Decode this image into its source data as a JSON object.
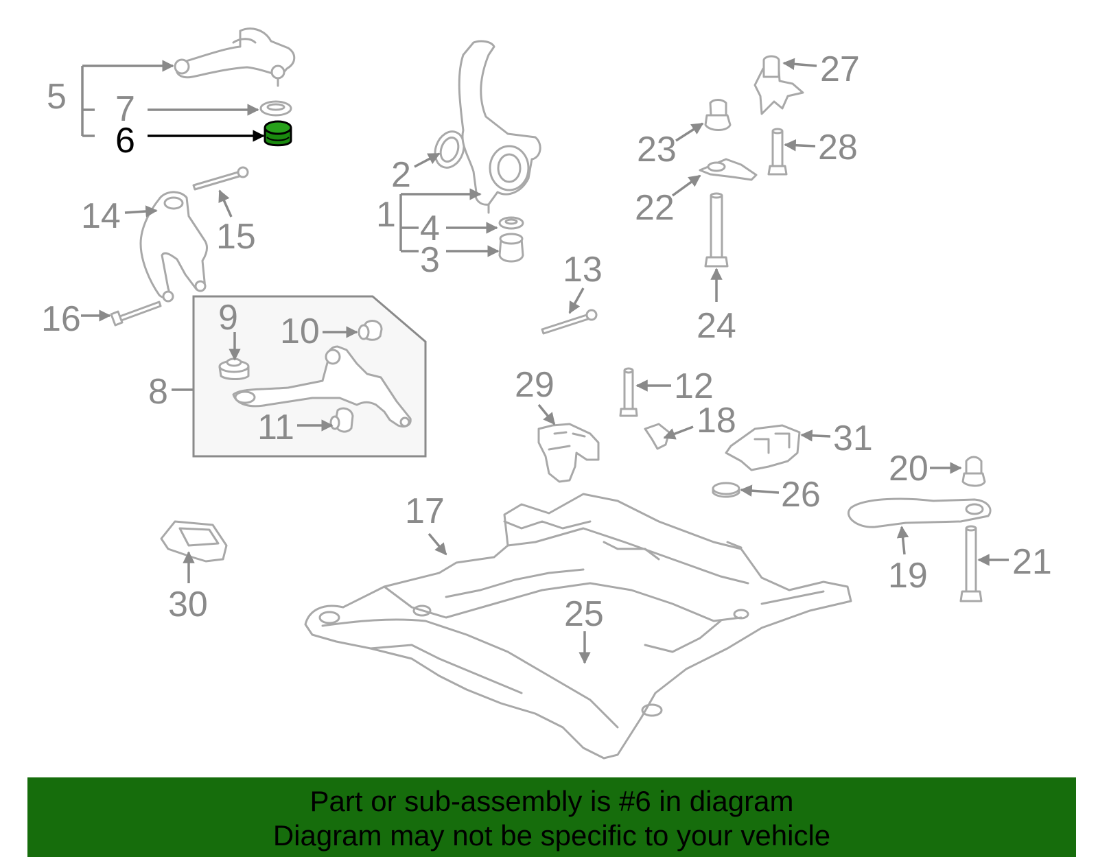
{
  "labels": {
    "l1": "1",
    "l2": "2",
    "l3": "3",
    "l4": "4",
    "l5": "5",
    "l6": "6",
    "l7": "7",
    "l8": "8",
    "l9": "9",
    "l10": "10",
    "l11": "11",
    "l12": "12",
    "l13": "13",
    "l14": "14",
    "l15": "15",
    "l16": "16",
    "l17": "17",
    "l18": "18",
    "l19": "19",
    "l20": "20",
    "l21": "21",
    "l22": "22",
    "l23": "23",
    "l24": "24",
    "l25": "25",
    "l26": "26",
    "l27": "27",
    "l28": "28",
    "l29": "29",
    "l30": "30",
    "l31": "31"
  },
  "highlight": {
    "part": "6",
    "color": "#1a8a0f"
  },
  "colors": {
    "banner": "#166d0c",
    "part_outline": "#a8a8a8",
    "label_gray": "#8a8a8a"
  },
  "banner": {
    "line1": "Part or sub-assembly is #6 in diagram",
    "line2": "Diagram may not be specific to your vehicle"
  }
}
